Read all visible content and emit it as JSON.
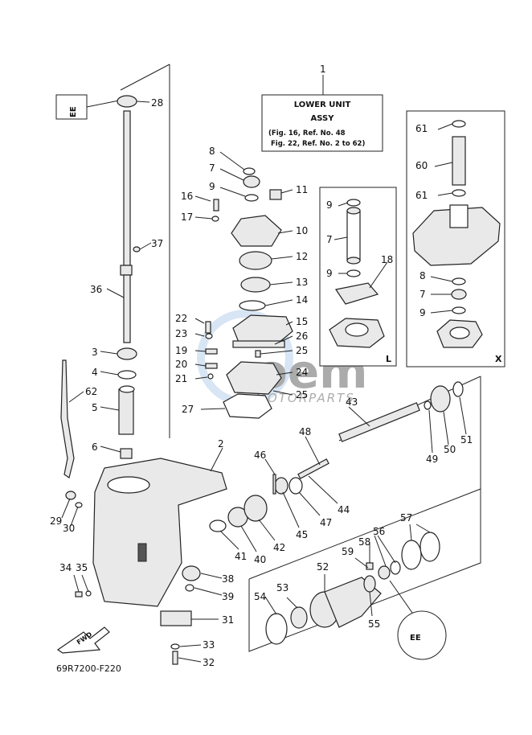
{
  "title_box": {
    "ref": "1",
    "line1": "LOWER UNIT",
    "line2": "ASSY",
    "line3": "(Fig. 16, Ref. No. 48",
    "line4": "Fig. 22, Ref. No. 2 to 62)"
  },
  "subassembly_labels": {
    "l": "L",
    "x": "X"
  },
  "watermark": {
    "brand": "oem",
    "sub": "MOTORPARTS"
  },
  "fwd_label": "FWD",
  "drawing_code": "69R7200-F220",
  "callouts": {
    "n1": "1",
    "n2": "2",
    "n3": "3",
    "n4": "4",
    "n5": "5",
    "n6": "6",
    "n7": "7",
    "n8": "8",
    "n9": "9",
    "n10": "10",
    "n11": "11",
    "n12": "12",
    "n13": "13",
    "n14": "14",
    "n15": "15",
    "n16": "16",
    "n17": "17",
    "n18": "18",
    "n19": "19",
    "n20": "20",
    "n21": "21",
    "n22": "22",
    "n23": "23",
    "n24": "24",
    "n25": "25",
    "n26": "26",
    "n27": "27",
    "n28": "28",
    "n29": "29",
    "n30": "30",
    "n31": "31",
    "n32": "32",
    "n33": "33",
    "n34": "34",
    "n35": "35",
    "n36": "36",
    "n37": "37",
    "n38": "38",
    "n39": "39",
    "n40": "40",
    "n41": "41",
    "n42": "42",
    "n43": "43",
    "n44": "44",
    "n45": "45",
    "n46": "46",
    "n47": "47",
    "n48": "48",
    "n49": "49",
    "n50": "50",
    "n51": "51",
    "n52": "52",
    "n53": "53",
    "n54": "54",
    "n55": "55",
    "n56": "56",
    "n57": "57",
    "n58": "58",
    "n59": "59",
    "n60": "60",
    "n61": "61",
    "n62": "62"
  }
}
